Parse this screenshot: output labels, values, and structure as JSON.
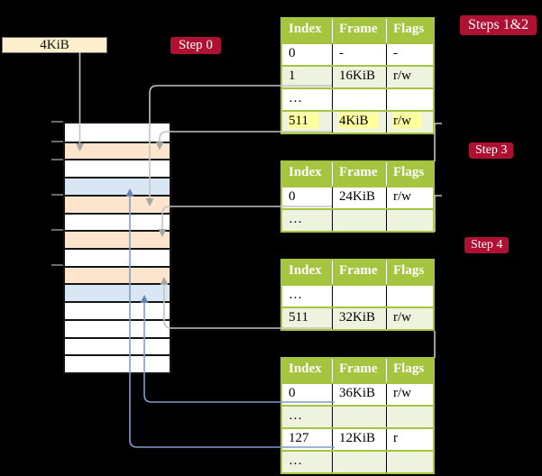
{
  "colors": {
    "background": "#000000",
    "badge_bg": "#ae1131",
    "badge_text": "#ffffff",
    "table_border_green": "#a5c43f",
    "table_row_shade": "#eef3e0",
    "highlight_yellow": "#ffff9d",
    "label_box_cream": "#fcefcc",
    "mem_white": "#ffffff",
    "mem_peach": "#fce4cd",
    "mem_blue": "#d9e6f4",
    "grey_arrow": "#c3c3c3",
    "blue_arrow": "#7e9cc9"
  },
  "frame_size_label": "4KiB",
  "badges": {
    "step0": "Step 0",
    "steps12": "Steps 1&2",
    "step3": "Step 3",
    "step4": "Step 4"
  },
  "memory_column": {
    "rows": [
      "white",
      "peach",
      "white",
      "blue",
      "peach",
      "white",
      "peach",
      "white",
      "peach",
      "blue",
      "white",
      "white",
      "white",
      "white"
    ]
  },
  "table_headers": [
    "Index",
    "Frame",
    "Flags"
  ],
  "tables": [
    {
      "id": "page-table-steps-1-2",
      "rows": [
        {
          "cells": [
            "0",
            "-",
            "-"
          ],
          "shaded": false,
          "highlighted": false
        },
        {
          "cells": [
            "1",
            "16KiB",
            "r/w"
          ],
          "shaded": true,
          "highlighted": false
        },
        {
          "cells": [
            "…",
            "",
            ""
          ],
          "shaded": false,
          "highlighted": false
        },
        {
          "cells": [
            "511",
            "4KiB",
            "r/w"
          ],
          "shaded": true,
          "highlighted": true
        }
      ]
    },
    {
      "id": "page-table-step-3",
      "rows": [
        {
          "cells": [
            "0",
            "24KiB",
            "r/w"
          ],
          "shaded": false,
          "highlighted": false
        },
        {
          "cells": [
            "…",
            "",
            ""
          ],
          "shaded": true,
          "highlighted": false
        }
      ]
    },
    {
      "id": "page-table-step-4",
      "rows": [
        {
          "cells": [
            "…",
            "",
            ""
          ],
          "shaded": false,
          "highlighted": false
        },
        {
          "cells": [
            "511",
            "32KiB",
            "r/w"
          ],
          "shaded": true,
          "highlighted": false
        }
      ]
    },
    {
      "id": "page-table-final",
      "rows": [
        {
          "cells": [
            "0",
            "36KiB",
            "r/w"
          ],
          "shaded": false,
          "highlighted": false
        },
        {
          "cells": [
            "…",
            "",
            ""
          ],
          "shaded": true,
          "highlighted": false
        },
        {
          "cells": [
            "127",
            "12KiB",
            "r"
          ],
          "shaded": false,
          "highlighted": false
        },
        {
          "cells": [
            "…",
            "",
            ""
          ],
          "shaded": true,
          "highlighted": false
        }
      ]
    }
  ]
}
